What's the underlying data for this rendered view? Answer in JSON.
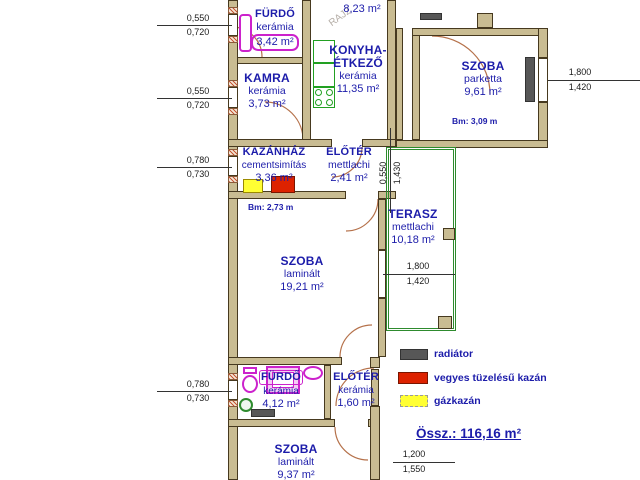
{
  "rooms": [
    {
      "name": "FÜRDŐ",
      "finish": "kerámia",
      "area": "3,42 m²"
    },
    {
      "name": "KAMRA",
      "finish": "kerámia",
      "area": "3,73 m²"
    },
    {
      "name": "KONYHA-",
      "name2": "ÉTKEZŐ",
      "finish": "kerámia",
      "area": "11,35 m²"
    },
    {
      "name": "",
      "finish": "",
      "area": "8,23 m²"
    },
    {
      "name": "SZOBA",
      "finish": "parketta",
      "area": "9,61 m²",
      "height": "Bm: 3,09 m"
    },
    {
      "name": "KAZÁNHÁZ",
      "finish": "cementsimítás",
      "area": "3,36 m²"
    },
    {
      "name": "ELŐTÉR",
      "finish": "mettlachi",
      "area": "2,41 m²"
    },
    {
      "name": "SZOBA",
      "finish": "laminált",
      "area": "19,21 m²",
      "height": "Bm: 2,73 m"
    },
    {
      "name": "TERASZ",
      "finish": "mettlachi",
      "area": "10,18 m²"
    },
    {
      "name": "FÜRDŐ",
      "finish": "kerámia",
      "area": "4,12 m²"
    },
    {
      "name": "ELŐTÉR",
      "finish": "kerámia",
      "area": "1,60 m²"
    },
    {
      "name": "SZOBA",
      "finish": "laminált",
      "area": "9,37 m²"
    }
  ],
  "dims": {
    "left_furdo_top": {
      "over": "0,550",
      "under": "0,720"
    },
    "left_kamra": {
      "over": "0,550",
      "under": "0,720"
    },
    "left_kazanhaz": {
      "over": "0,780",
      "under": "0,730"
    },
    "left_furdo_bottom": {
      "over": "0,780",
      "under": "0,730"
    },
    "szoba_parketta": {
      "over": "1,800",
      "under": "1,420"
    },
    "terasz": {
      "over": "1,800",
      "under": "1,420"
    },
    "bottom": {
      "over": "1,200",
      "under": "1,550"
    },
    "eloter_vertical": {
      "first": "0,550",
      "second": "1,430"
    }
  },
  "legend": {
    "items": [
      {
        "label": "radiátor",
        "color": "#575757"
      },
      {
        "label": "vegyes tüzelésű kazán",
        "color": "#dd2200"
      },
      {
        "label": "gázkazán",
        "color": "#ffff33"
      }
    ],
    "total": "Össz.: 116,16 m²"
  },
  "watermark": "RAJZ",
  "colors": {
    "wall": "#c9bc92",
    "label_blue": "#1c1caa",
    "terrace_green": "#2e8b2e",
    "fixture_magenta": "#cc22cc",
    "door_arc": "#b5714a"
  }
}
